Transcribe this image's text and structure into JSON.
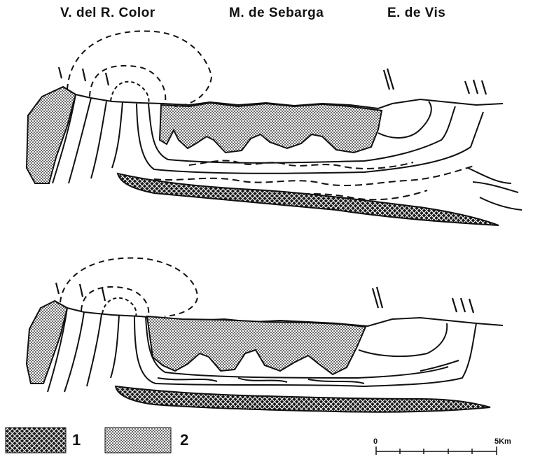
{
  "header": {
    "left_label": "V. del R. Color",
    "center_label": "M. de Sebarga",
    "right_label": "E. de Vis"
  },
  "legend": {
    "items": [
      {
        "label": "1",
        "pattern": "dark-crosshatch"
      },
      {
        "label": "2",
        "pattern": "light-stipple"
      }
    ]
  },
  "scale": {
    "start": "0",
    "end": "5Km"
  },
  "colors": {
    "ink": "#111111",
    "stipple": "#777777",
    "background": "#ffffff"
  }
}
